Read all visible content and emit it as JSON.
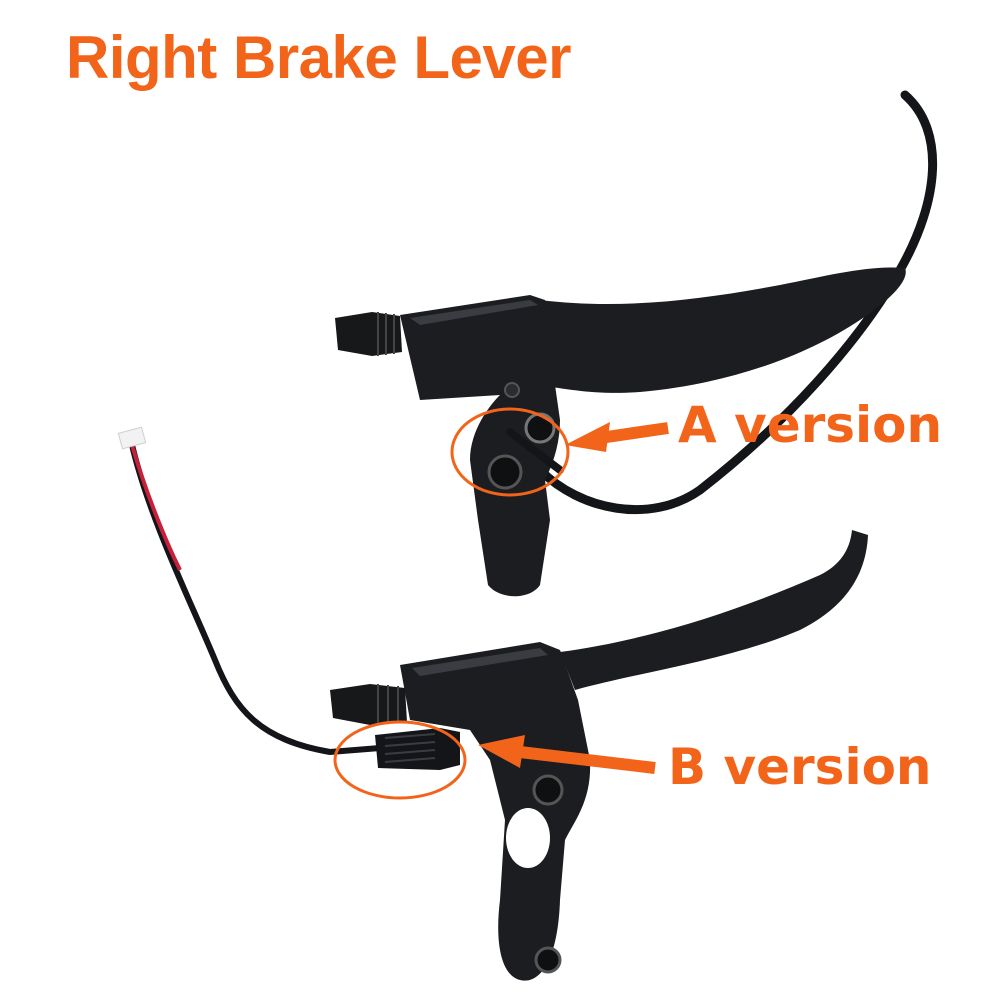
{
  "title": "Right Brake Lever",
  "annotations": {
    "a_label": "A version",
    "b_label": "B version"
  },
  "colors": {
    "accent": "#f26419",
    "lever": "#1c1d20",
    "lever_highlight": "#3a3c42",
    "wire_red": "#c8203a",
    "connector": "#f2f2f2"
  }
}
